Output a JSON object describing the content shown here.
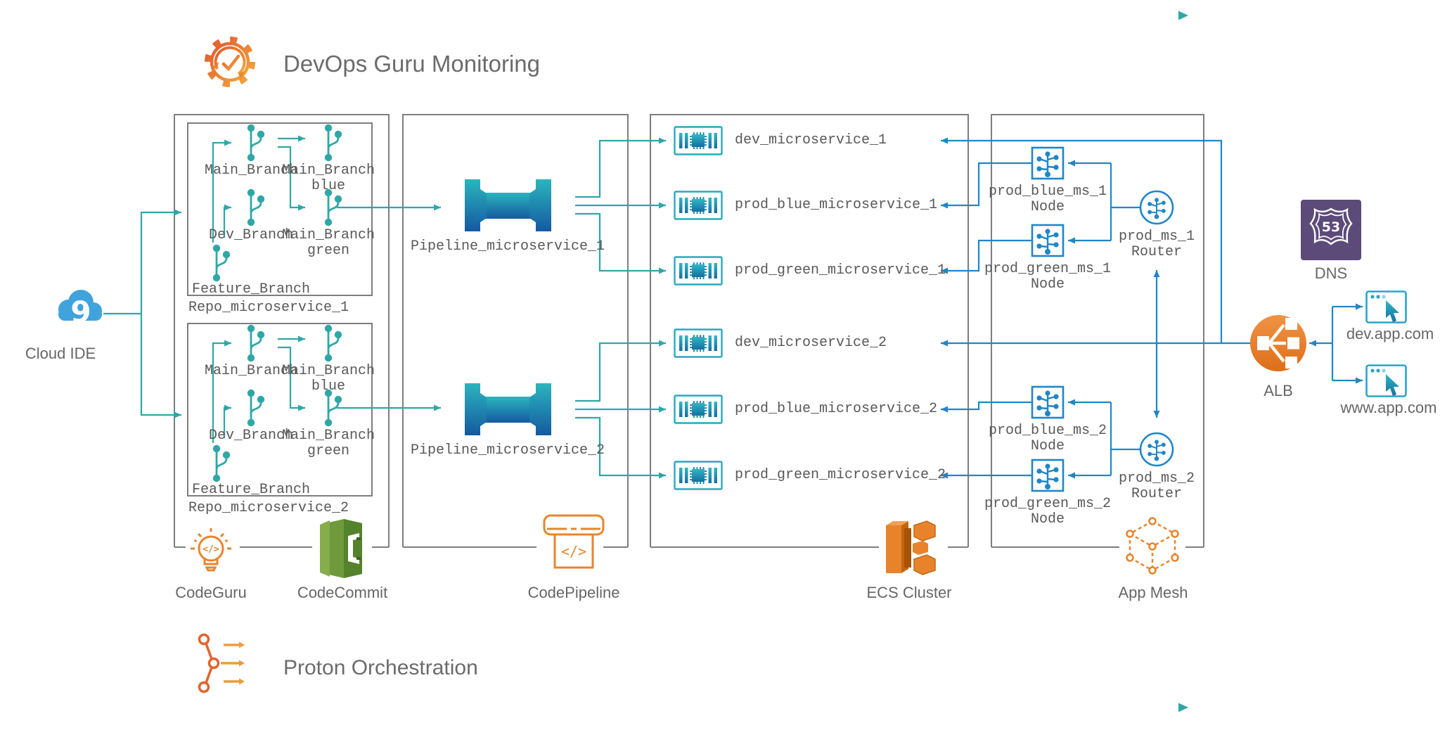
{
  "header": {
    "title": "DevOps Guru Monitoring"
  },
  "footer": {
    "title": "Proton Orchestration"
  },
  "left": {
    "cloud_ide": "Cloud IDE"
  },
  "repos": [
    {
      "name": "Repo_microservice_1",
      "branches": {
        "main": "Main_Branch",
        "main_blue_1": "Main_Branch",
        "main_blue_2": "blue",
        "dev": "Dev_Branch",
        "main_green_1": "Main_Branch",
        "main_green_2": "green",
        "feature": "Feature_Branch"
      }
    },
    {
      "name": "Repo_microservice_2",
      "branches": {
        "main": "Main_Branch",
        "main_blue_1": "Main_Branch",
        "main_blue_2": "blue",
        "dev": "Dev_Branch",
        "main_green_1": "Main_Branch",
        "main_green_2": "green",
        "feature": "Feature_Branch"
      }
    }
  ],
  "pipelines": [
    {
      "label": "Pipeline_microservice_1"
    },
    {
      "label": "Pipeline_microservice_2"
    }
  ],
  "ecs": {
    "services": [
      {
        "label": "dev_microservice_1"
      },
      {
        "label": "prod_blue_microservice_1"
      },
      {
        "label": "prod_green_microservice_1"
      },
      {
        "label": "dev_microservice_2"
      },
      {
        "label": "prod_blue_microservice_2"
      },
      {
        "label": "prod_green_microservice_2"
      }
    ]
  },
  "mesh": {
    "nodes": [
      {
        "name": "prod_blue_ms_1",
        "type": "Node"
      },
      {
        "name": "prod_green_ms_1",
        "type": "Node"
      },
      {
        "name": "prod_blue_ms_2",
        "type": "Node"
      },
      {
        "name": "prod_green_ms_2",
        "type": "Node"
      }
    ],
    "routers": [
      {
        "name": "prod_ms_1",
        "type": "Router"
      },
      {
        "name": "prod_ms_2",
        "type": "Router"
      }
    ]
  },
  "right": {
    "dns": "DNS",
    "alb": "ALB",
    "domains": [
      {
        "label": "dev.app.com"
      },
      {
        "label": "www.app.com"
      }
    ]
  },
  "services": {
    "codeguru": "CodeGuru",
    "codecommit": "CodeCommit",
    "codepipeline": "CodePipeline",
    "ecs_cluster": "ECS Cluster",
    "app_mesh": "App Mesh"
  },
  "icons": {
    "cloud9_digit": "9",
    "route53_number": "53",
    "codeguru_glyph": "</>",
    "codepipeline_glyph": "</>"
  },
  "colors": {
    "teal": "#2FA7A7",
    "blue": "#1F86C8",
    "orange": "#E8832C",
    "box_gray": "#7E7E7E",
    "label_gray": "#595959",
    "title_gray": "#6B6B6B"
  }
}
